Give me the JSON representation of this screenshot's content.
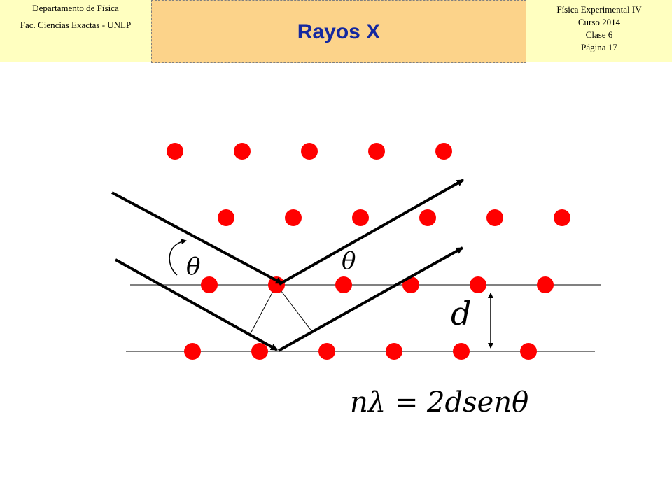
{
  "header": {
    "left": {
      "department": "Departamento de Física",
      "faculty": "Fac. Ciencias Exactas - UNLP"
    },
    "title": "Rayos X",
    "right": {
      "course": "Física Experimental IV",
      "year": "Curso 2014",
      "lesson": "Clase 6",
      "page": "Página 17"
    }
  },
  "diagram": {
    "atom_color": "#ff0000",
    "ray_color": "#000000",
    "plane_color": "#808080",
    "angle_label_incident": "θ",
    "angle_label_reflected": "θ",
    "spacing_label": "d",
    "bragg_equation": "nλ = 2dsenθ"
  }
}
